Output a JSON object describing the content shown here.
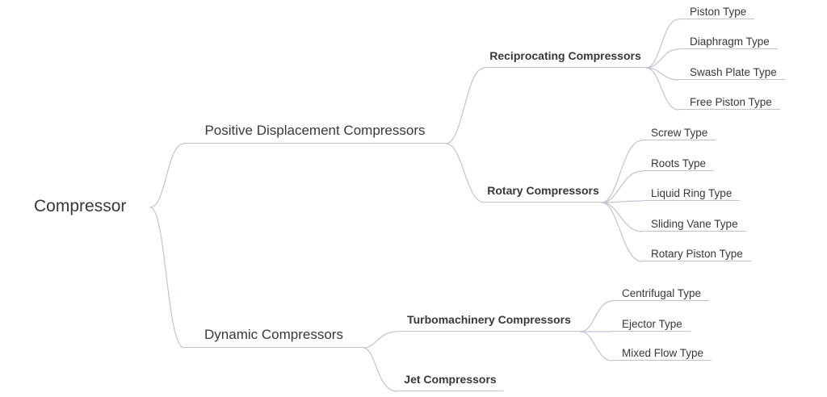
{
  "colors": {
    "background": "#ffffff",
    "branch_line": "#c4c2d2",
    "text": "#383838"
  },
  "mindmap": {
    "root": {
      "label": "Compressor"
    },
    "branches": [
      {
        "label": "Positive Displacement Compressors",
        "children": [
          {
            "label": "Reciprocating Compressors",
            "children": [
              {
                "label": "Piston Type"
              },
              {
                "label": "Diaphragm Type"
              },
              {
                "label": "Swash Plate Type"
              },
              {
                "label": "Free Piston Type"
              }
            ]
          },
          {
            "label": "Rotary Compressors",
            "children": [
              {
                "label": "Screw Type"
              },
              {
                "label": "Roots Type"
              },
              {
                "label": "Liquid Ring Type"
              },
              {
                "label": "Sliding Vane Type"
              },
              {
                "label": "Rotary Piston Type"
              }
            ]
          }
        ]
      },
      {
        "label": "Dynamic Compressors",
        "children": [
          {
            "label": "Turbomachinery Compressors",
            "children": [
              {
                "label": "Centrifugal Type"
              },
              {
                "label": "Ejector Type"
              },
              {
                "label": "Mixed Flow Type"
              }
            ]
          },
          {
            "label": "Jet Compressors",
            "children": []
          }
        ]
      }
    ]
  }
}
